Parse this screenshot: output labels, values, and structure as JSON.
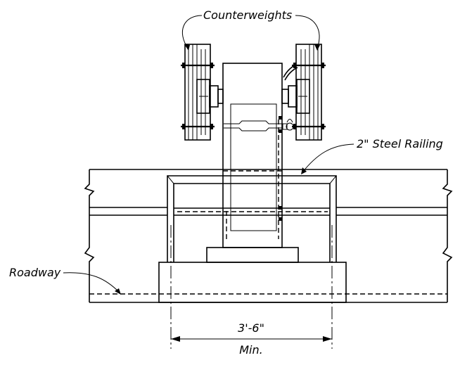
{
  "labels": {
    "counterweights": "Counterweights",
    "steel_railing": "2\" Steel Railing",
    "roadway": "Roadway",
    "dimension_value": "3'-6\"",
    "dimension_note": "Min."
  }
}
